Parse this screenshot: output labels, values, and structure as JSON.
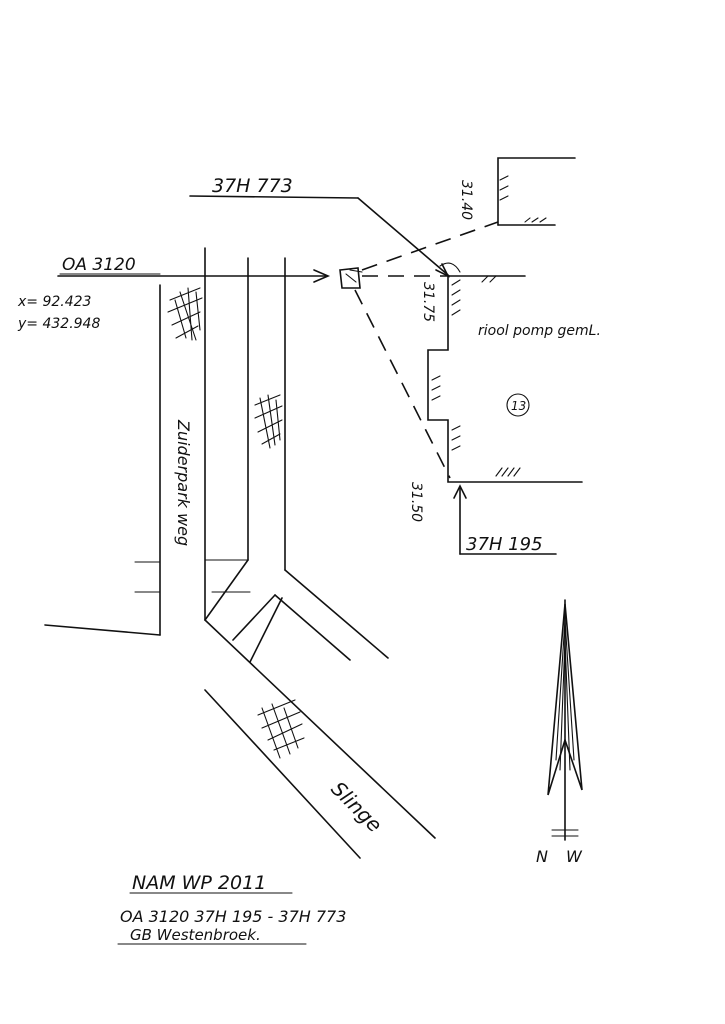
{
  "points": {
    "oa3120": "OA 3120",
    "coord_x": "x= 92.423",
    "coord_y": "y= 432.948",
    "p37h773": "37H 773",
    "p37h195": "37H 195"
  },
  "measurements": {
    "m3140": "31.40",
    "m3175": "31.75",
    "m3150": "31.50"
  },
  "labels": {
    "street": "Zuiderpark weg",
    "slinge": "Slinge",
    "riool": "riool pomp gemL.",
    "number": "13"
  },
  "north": {
    "label": "N",
    "label2": "W"
  },
  "footer": {
    "line1": "NAM WP   2011",
    "line2": "OA 3120   37H 195 - 37H 773",
    "line3": "GB Westenbroek."
  }
}
